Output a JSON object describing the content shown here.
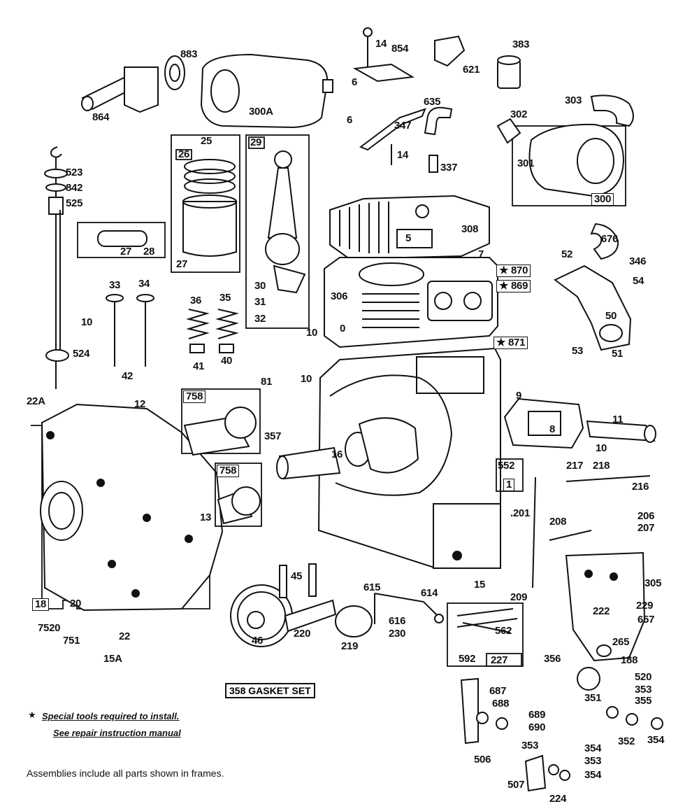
{
  "diagram": {
    "part_labels": [
      "14",
      "854",
      "383",
      "883",
      "621",
      "6",
      "864",
      "300A",
      "303",
      "302",
      "301",
      "300",
      "6",
      "347",
      "635",
      "14",
      "337",
      "25",
      "26",
      "27",
      "29",
      "523",
      "842",
      "525",
      "27",
      "28",
      "308",
      "5",
      "7",
      "676",
      "52",
      "346",
      "54",
      "870",
      "869",
      "306",
      "33",
      "34",
      "10",
      "36",
      "35",
      "30",
      "31",
      "32",
      "10",
      "50",
      "0",
      "53",
      "51",
      "524",
      "41",
      "40",
      "42",
      "871",
      "22A",
      "12",
      "758",
      "81",
      "10",
      "9",
      "11",
      "8",
      "357",
      "10",
      "16",
      "552",
      "1",
      "217",
      "218",
      "216",
      "758",
      "13",
      "201",
      "206",
      "207",
      "208",
      "18",
      "20",
      "45",
      "615",
      "614",
      "209",
      "15",
      "305",
      "222",
      "229",
      "657",
      "265",
      "7520",
      "751",
      "22",
      "15A",
      "46",
      "220",
      "616",
      "230",
      "562",
      "219",
      "592",
      "227",
      "356",
      "188",
      "520",
      "353",
      "355",
      "351",
      "352",
      "354",
      "687",
      "688",
      "689",
      "690",
      "353",
      "354",
      "506",
      "353",
      "354",
      "507",
      "224"
    ],
    "kit_label": "358 GASKET SET",
    "note_line1": "Special tools required to install.",
    "note_line2": "See repair instruction manual",
    "footer": "Assemblies include all parts shown in frames."
  }
}
